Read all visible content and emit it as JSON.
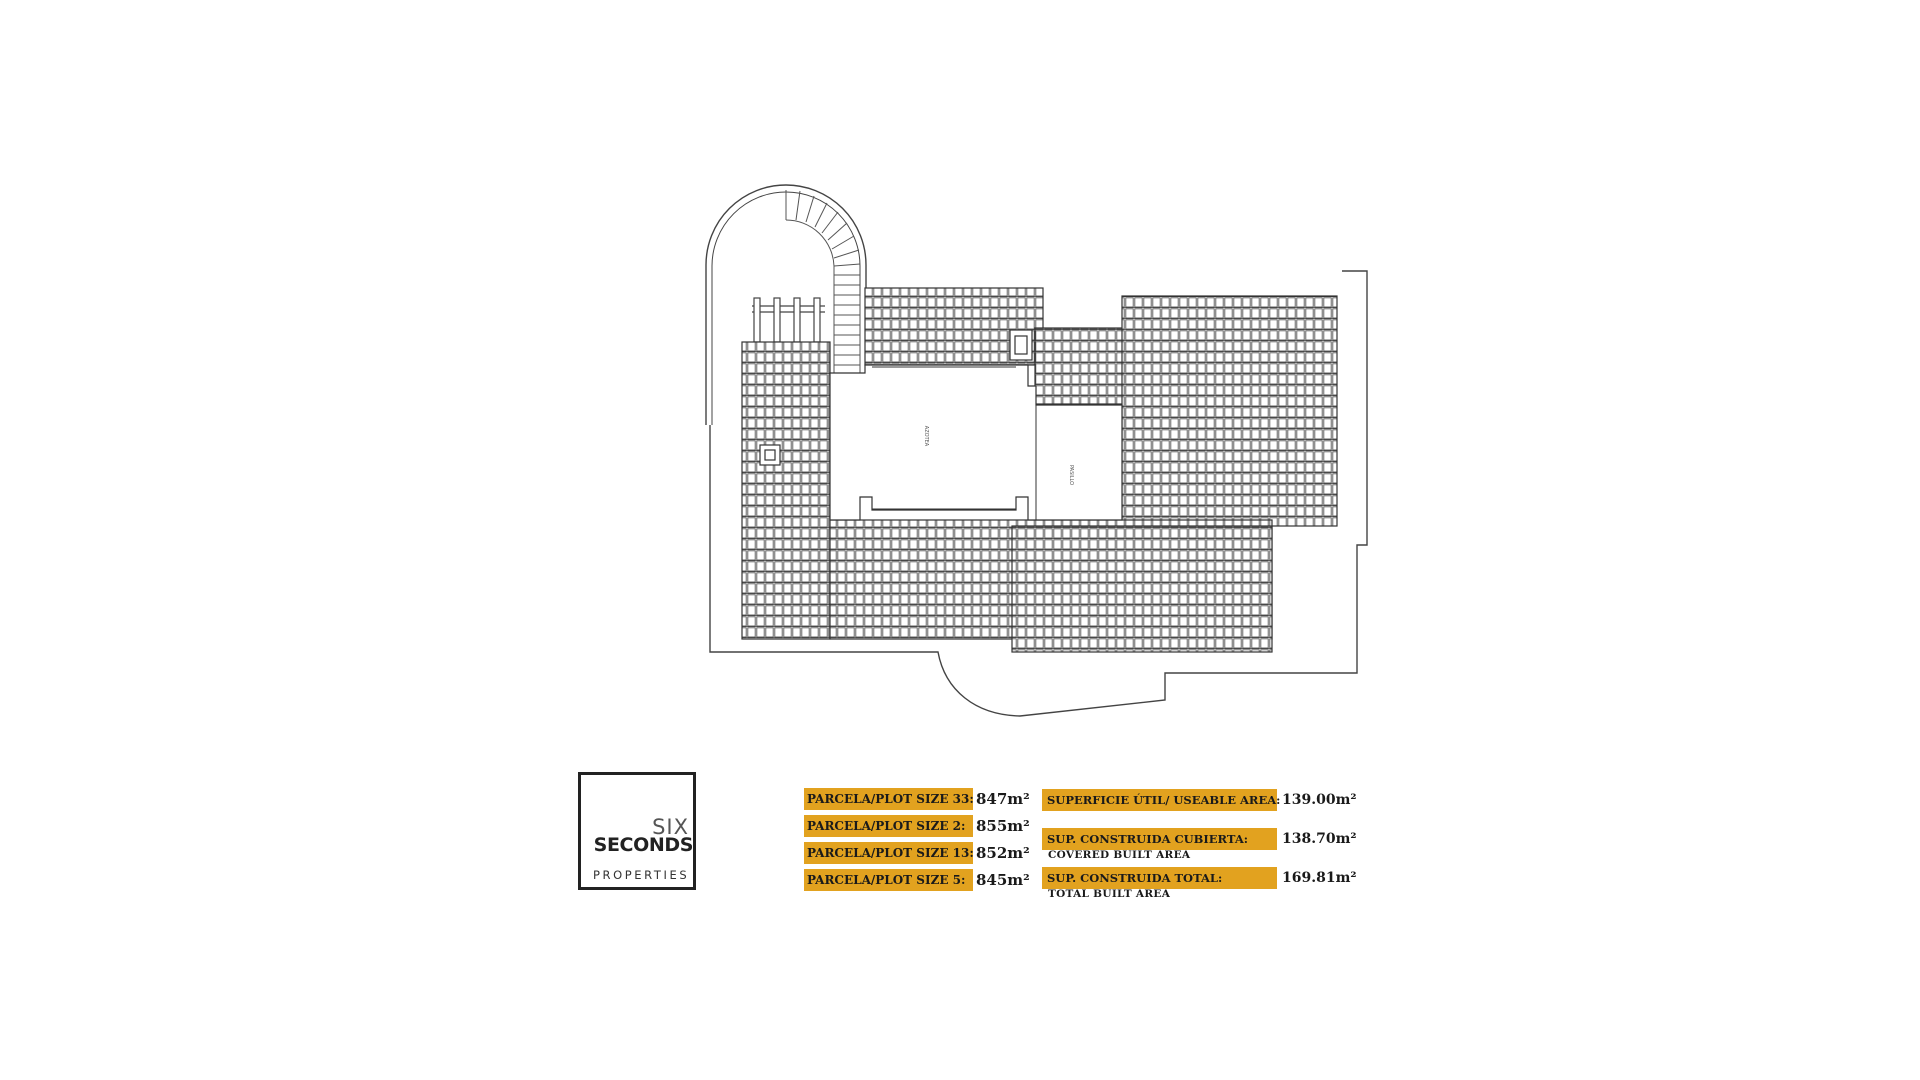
{
  "plan": {
    "room_labels": [
      "AZOTEA",
      "PASILLO"
    ]
  },
  "logo": {
    "word1": "SIX",
    "word2": "SECONDS",
    "word3": "PROPERTIES"
  },
  "plots": [
    {
      "label": "PARCELA/PLOT SIZE 33:",
      "value": "847m²"
    },
    {
      "label": "PARCELA/PLOT SIZE 2:",
      "value": "855m²"
    },
    {
      "label": "PARCELA/PLOT SIZE 13:",
      "value": "852m²"
    },
    {
      "label": "PARCELA/PLOT SIZE 5:",
      "value": "845m²"
    }
  ],
  "areas": [
    {
      "label": "SUPERFICIE ÚTIL/ USEABLE AREA:",
      "value": "139.00m²",
      "sub": ""
    },
    {
      "label": "SUP. CONSTRUIDA CUBIERTA:",
      "value": "138.70m²",
      "sub": "COVERED BUILT AREA"
    },
    {
      "label": "SUP. CONSTRUIDA TOTAL:",
      "value": "169.81m²",
      "sub": "TOTAL BUILT AREA"
    }
  ],
  "colors": {
    "accent": "#e2a21f",
    "line": "#444444"
  }
}
